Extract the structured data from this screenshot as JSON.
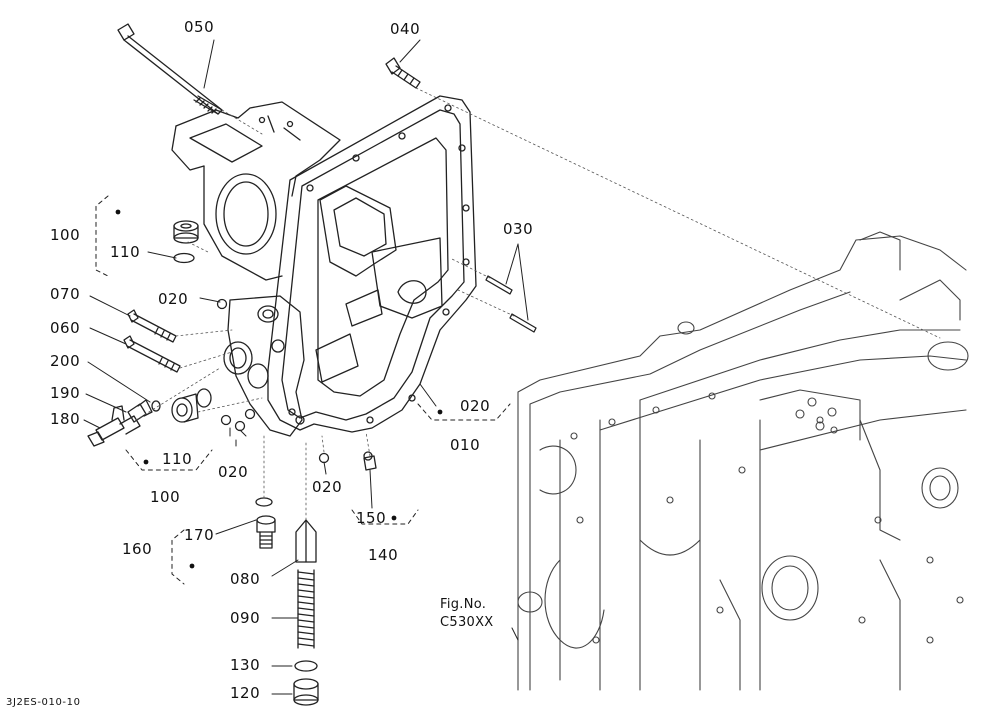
{
  "callouts": {
    "p050": "050",
    "p040": "040",
    "p030": "030",
    "p100a": "100",
    "p110a": "110",
    "p020a": "020",
    "p070": "070",
    "p060": "060",
    "p200": "200",
    "p190": "190",
    "p180": "180",
    "p110b": "110",
    "p100b": "100",
    "p020b": "020",
    "p020c": "020",
    "p020d": "020",
    "p010": "010",
    "p150": "150",
    "p140": "140",
    "p170": "170",
    "p160": "160",
    "p080": "080",
    "p090": "090",
    "p130": "130",
    "p120": "120"
  },
  "figure_ref": {
    "line1": "Fig.No.",
    "line2": "C530XX"
  },
  "drawing_code": "3J2ES-010-10"
}
